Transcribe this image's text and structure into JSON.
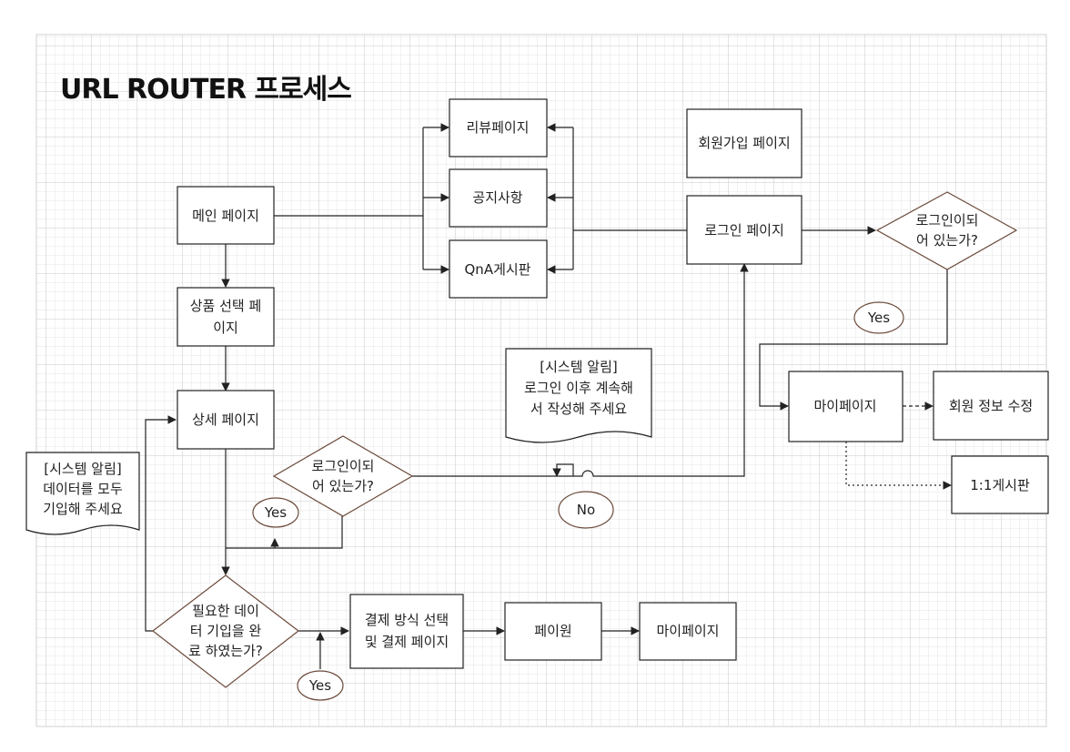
{
  "title": "URL ROUTER 프로세스",
  "nodes": {
    "main": [
      "메인 페이지"
    ],
    "product_select": [
      "상품 선택 페",
      "이지"
    ],
    "detail": [
      "상세 페이지"
    ],
    "review": [
      "리뷰페이지"
    ],
    "notice": [
      "공지사항"
    ],
    "qna": [
      "QnA게시판"
    ],
    "signup": [
      "회원가입 페이지"
    ],
    "login": [
      "로그인 페이지"
    ],
    "login_check_top": [
      "로그인이되",
      "어 있는가?"
    ],
    "login_check_mid": [
      "로그인이되",
      "어 있는가?"
    ],
    "data_check": [
      "필요한 데이",
      "터 기입을 완",
      "료 하였는가?"
    ],
    "payment_select": [
      "결제 방식 선택",
      "및 결제 페이지"
    ],
    "payone": [
      "페이원"
    ],
    "mypage_bottom": [
      "마이페이지"
    ],
    "mypage_right": [
      "마이페이지"
    ],
    "member_edit": [
      "회원 정보 수정"
    ],
    "one_on_one": [
      "1:1게시판"
    ],
    "alert_login": [
      "[시스템 알림]",
      "로그인 이후 계속해",
      "서 작성해 주세요"
    ],
    "alert_data": [
      "[시스템 알림]",
      "데이터를 모두",
      "기입해 주세요"
    ],
    "yes_top": [
      "Yes"
    ],
    "yes_mid": [
      "Yes"
    ],
    "yes_bottom": [
      "Yes"
    ],
    "no_mid": [
      "No"
    ]
  },
  "colors": {
    "stroke": "#222222",
    "grid_minor": "#e6e6e6",
    "grid_major": "#c9c9c9",
    "diamond_stroke": "#6b4a3a"
  }
}
